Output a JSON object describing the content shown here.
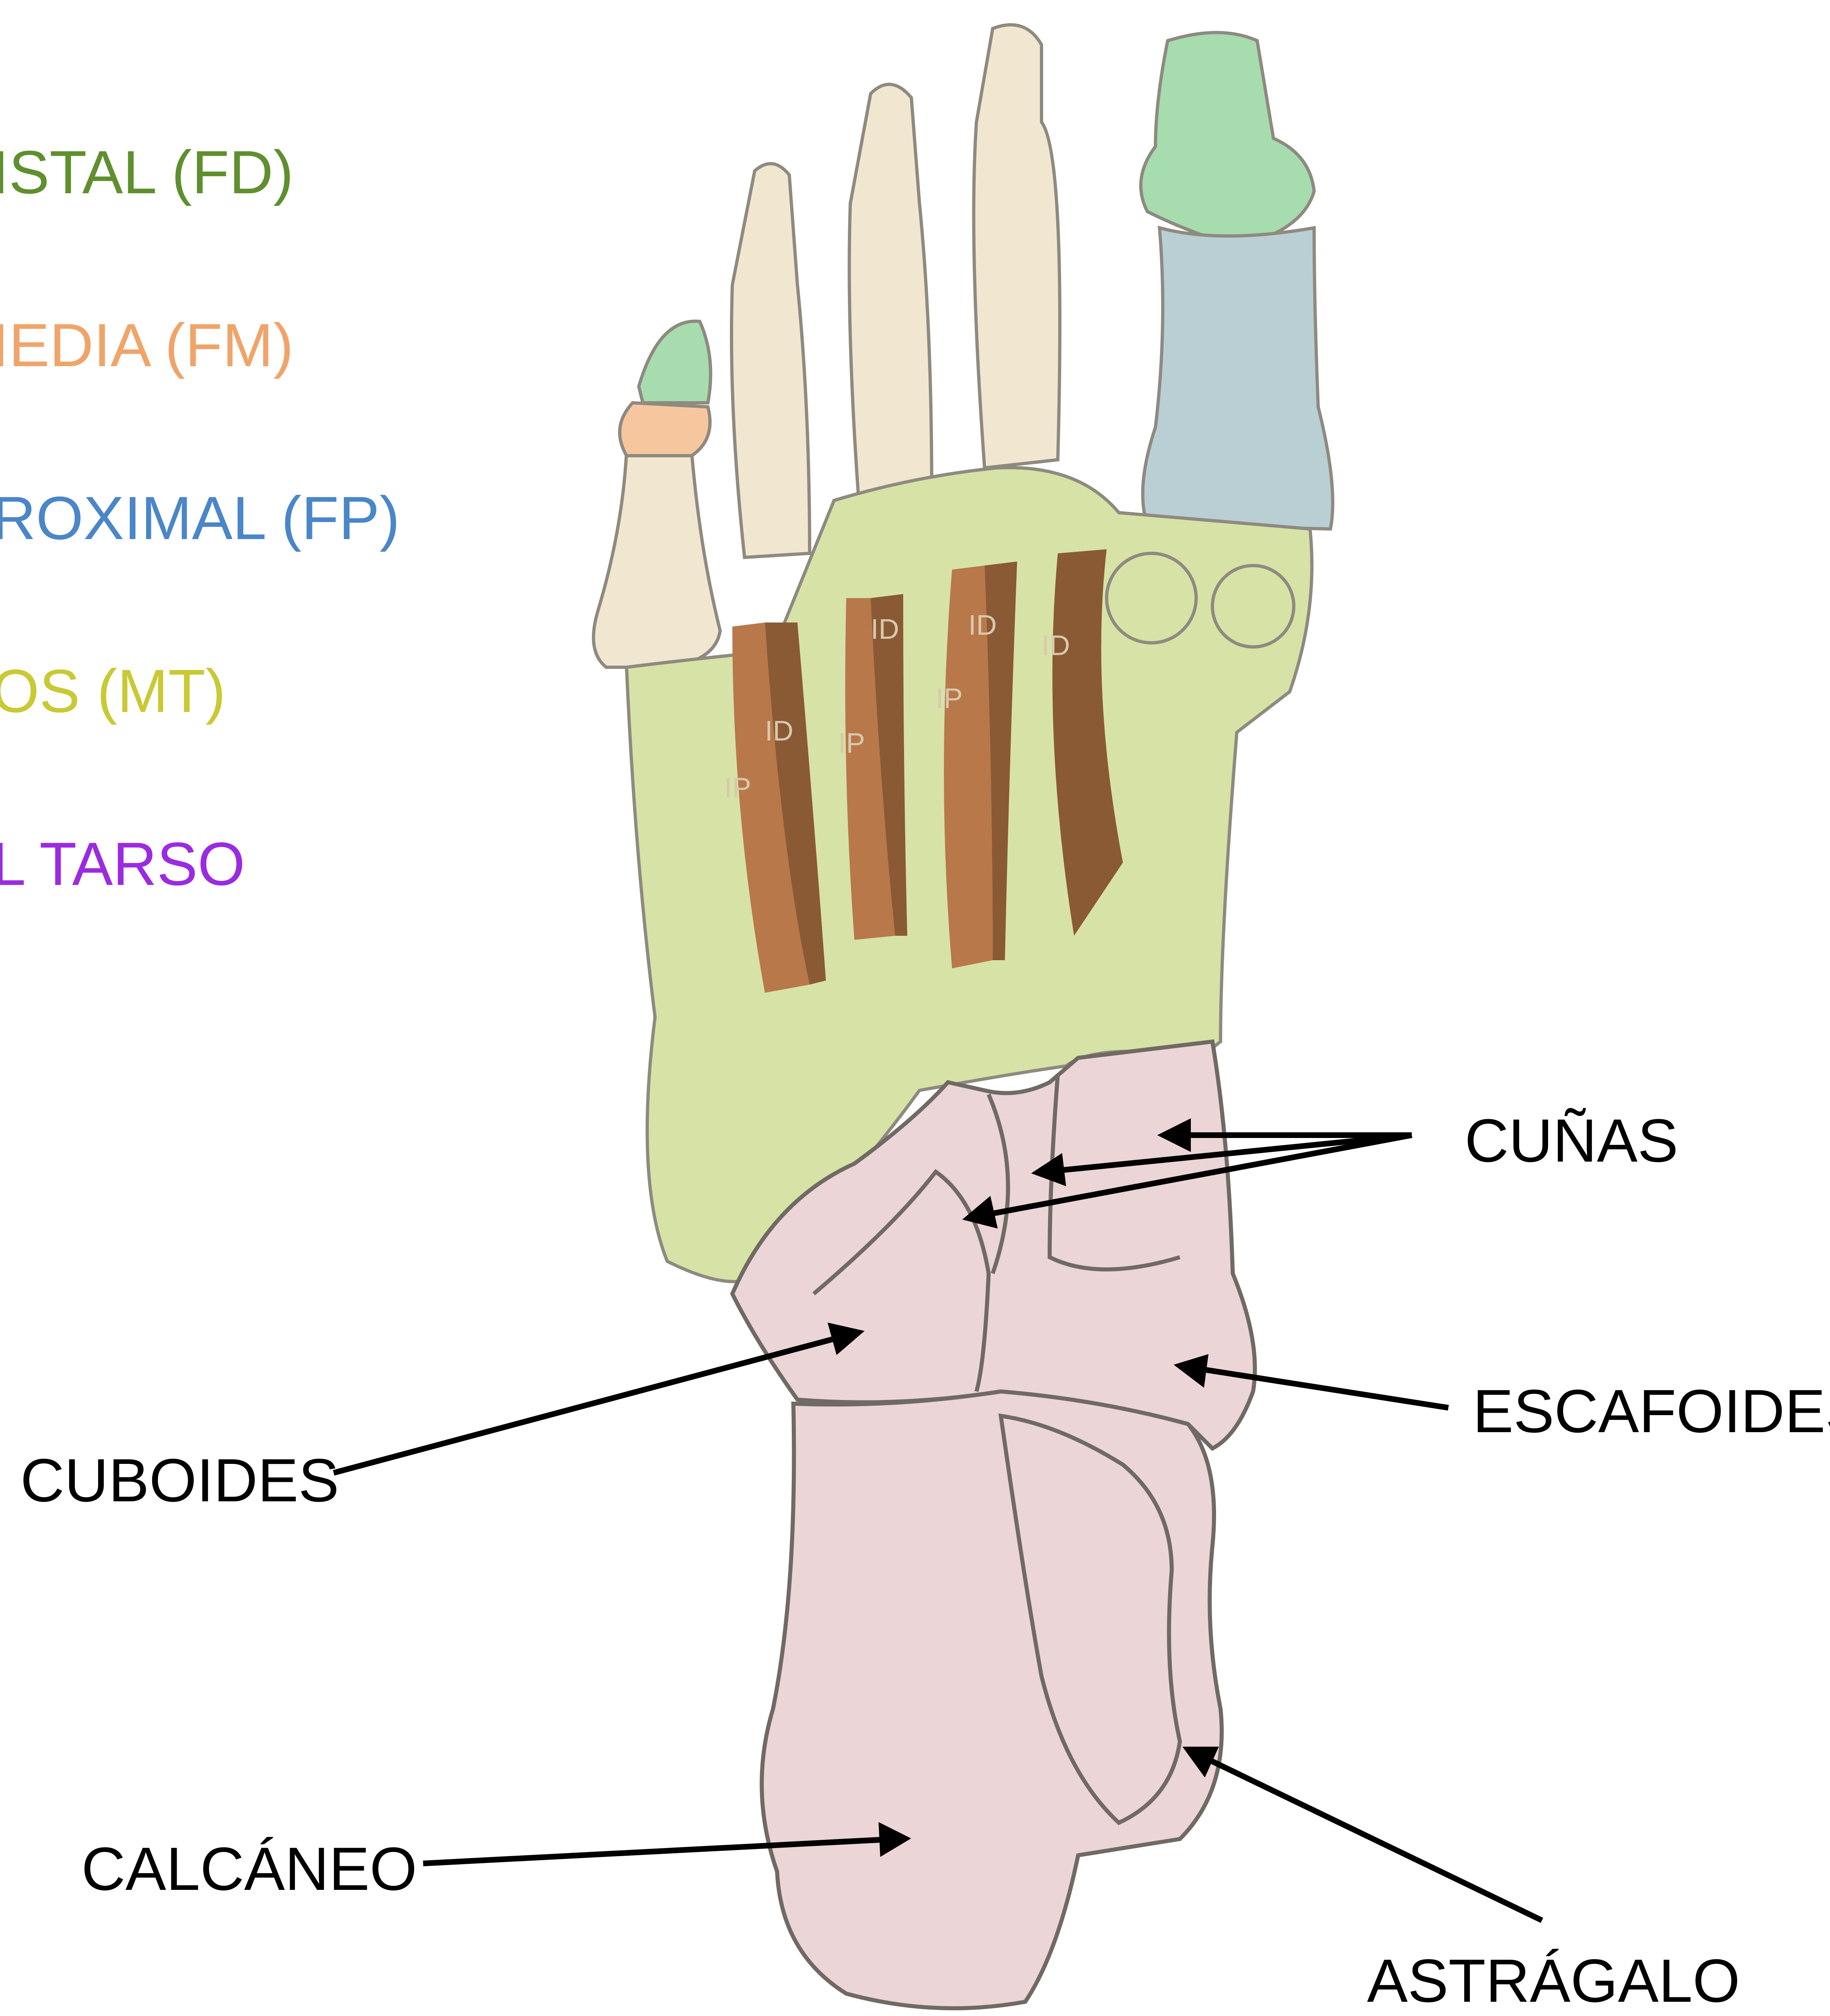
{
  "legend": [
    {
      "text": "ISTAL (FD)",
      "color": "#5f8f2e"
    },
    {
      "text": "IEDIA (FM)",
      "color": "#f0a46a"
    },
    {
      "text": "ROXIMAL (FP)",
      "color": "#4a86c8"
    },
    {
      "text": "OS (MT)",
      "color": "#c9c935"
    },
    {
      "text": "L TARSO",
      "color": "#9a2be0"
    }
  ],
  "labels": {
    "cunas": "CUÑAS",
    "escafoides": "ESCAFOIDES",
    "cuboides": "CUBOIDES",
    "calcaneo": "CALCÁNEO",
    "astragalo": "ASTRÁGALO"
  },
  "muscle_labels": [
    "ID",
    "IP"
  ],
  "colors": {
    "distal_phalanx": "#a6dcae",
    "middle_phalanx": "#f6c79e",
    "proximal_phalanx": "#b9cfd3",
    "metatarsal": "#d7e2a6",
    "tarsal": "#ecd5d6",
    "bone": "#f1e6cf",
    "interosseous_dorsal": "#8a5a34",
    "interosseous_plantar": "#b8784a",
    "arrow": "#000000"
  }
}
